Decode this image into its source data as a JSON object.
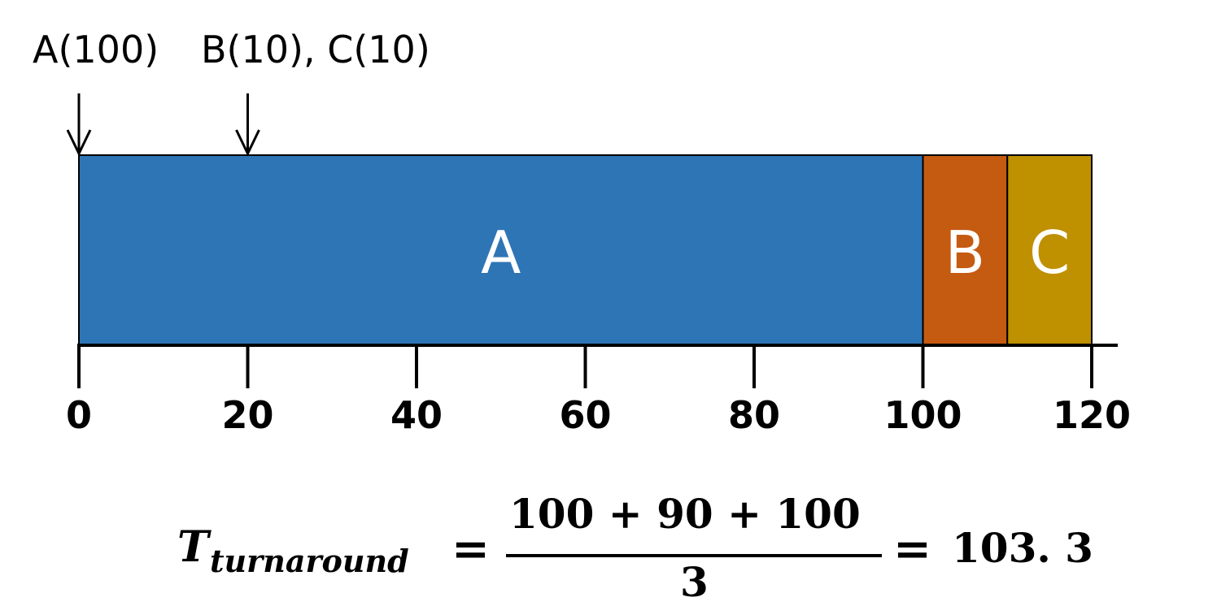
{
  "arrivals": [
    {
      "label": "A(100)",
      "time": 0
    },
    {
      "label": "B(10), C(10)",
      "time": 20
    }
  ],
  "timeline": {
    "segments": [
      {
        "label": "A",
        "start": 0,
        "end": 100,
        "color": "#2E75B6"
      },
      {
        "label": "B",
        "start": 100,
        "end": 110,
        "color": "#C55A11"
      },
      {
        "label": "C",
        "start": 110,
        "end": 120,
        "color": "#BF9000"
      }
    ],
    "ticks": [
      "0",
      "20",
      "40",
      "60",
      "80",
      "100",
      "120"
    ],
    "range": [
      0,
      120
    ]
  },
  "formula": {
    "symbol": "T",
    "subscript": "turnaround",
    "equals": "=",
    "numerator": "100 + 90 + 100",
    "denominator": "3",
    "equals2": "=",
    "result": "103. 3"
  }
}
